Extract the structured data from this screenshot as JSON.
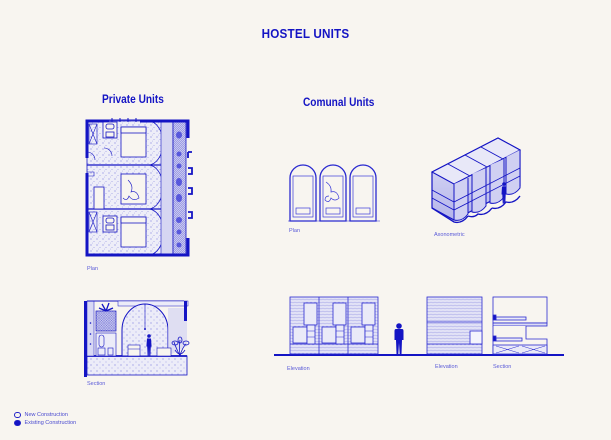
{
  "title": "HOSTEL UNITS",
  "colors": {
    "background": "#f8f5f0",
    "ink": "#1414c4",
    "fill_light": "#dcdcf4",
    "fill_mid": "#b8b8ec"
  },
  "private_units": {
    "heading": "Private Units",
    "plan_caption": "Plan",
    "section_caption": "Section"
  },
  "comunal_units": {
    "heading": "Comunal Units",
    "plan_caption": "Plan",
    "axonometric_caption": "Axonometric",
    "elevation_caption_1": "Elevation",
    "elevation_caption_2": "Elevation",
    "section_caption": "Section"
  },
  "legend": {
    "items": [
      {
        "label": "New Construction",
        "icon": "circle-outline-icon"
      },
      {
        "label": "Existing Construction",
        "icon": "circle-filled-icon"
      }
    ]
  }
}
